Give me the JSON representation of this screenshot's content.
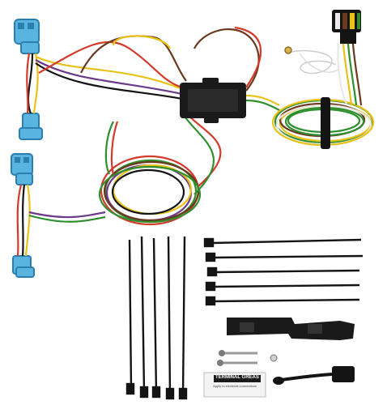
{
  "scene": {
    "subject": "trailer-wiring-harness-kit",
    "background_color": "#ffffff"
  },
  "grease_packet": {
    "brand_text": "TERMINAL GREASE",
    "instruction_text": "Apply to electrical connections"
  },
  "colors": {
    "connector_blue": "#5ab4e0",
    "connector_blue_dark": "#2a7fb0",
    "module_black": "#1a1a1a",
    "wire_yellow": "#e8c21a",
    "wire_green": "#2f8f2f",
    "wire_red": "#d43a2a",
    "wire_brown": "#6b3a1e",
    "wire_purple": "#6b3a8a",
    "wire_white": "#e9e9e9",
    "tie_black": "#141414"
  }
}
